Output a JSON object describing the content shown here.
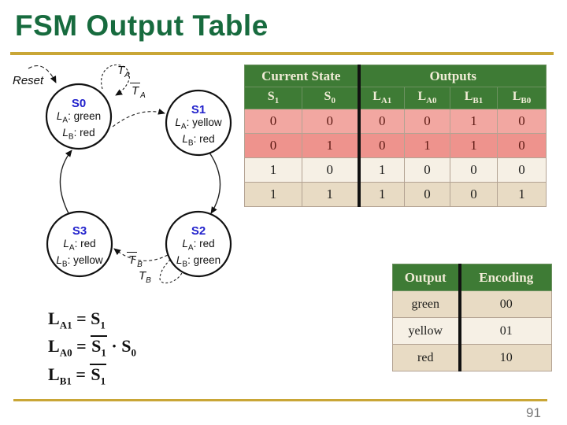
{
  "slide": {
    "title": "FSM Output Table",
    "page_number": "91"
  },
  "colors": {
    "title_green": "#176b3e",
    "gold_rule": "#c9a636",
    "table_header_green": "#3e7b35",
    "header_text_cream": "#f1ecd7",
    "row_pink_light": "#f2a7a1",
    "row_pink_dark": "#ee938d",
    "row_cream_light": "#f6f0e5",
    "row_cream_dark": "#e8dbc4",
    "pink_row_text": "#5e1a14",
    "state_name_blue": "#2222cc",
    "page_number_gray": "#7a7a7a"
  },
  "diagram": {
    "reset_label": "Reset",
    "states": [
      {
        "name": "S0",
        "l_base": "L",
        "la_sub": "A",
        "la_text": ": green",
        "lb_sub": "B",
        "lb_text": ": red"
      },
      {
        "name": "S1",
        "l_base": "L",
        "la_sub": "A",
        "la_text": ": yellow",
        "lb_sub": "B",
        "lb_text": ": red"
      },
      {
        "name": "S2",
        "l_base": "L",
        "la_sub": "A",
        "la_text": ": red",
        "lb_sub": "B",
        "lb_text": ": green"
      },
      {
        "name": "S3",
        "l_base": "L",
        "la_sub": "A",
        "la_text": ": red",
        "lb_sub": "B",
        "lb_text": ": yellow"
      }
    ],
    "labels": {
      "ta": {
        "base": "T",
        "sub": "A",
        "bar": false
      },
      "ta_bar": {
        "base": "T",
        "sub": "A",
        "bar": true
      },
      "tb_bar": {
        "base": "T",
        "sub": "B",
        "bar": true
      },
      "tb": {
        "base": "T",
        "sub": "B",
        "bar": false
      }
    }
  },
  "output_table": {
    "group_headers": [
      {
        "label": "Current State",
        "colspan": 2
      },
      {
        "label": "Outputs",
        "colspan": 4
      }
    ],
    "columns": [
      {
        "base": "S",
        "sub": "1"
      },
      {
        "base": "S",
        "sub": "0"
      },
      {
        "base": "L",
        "sub": "A1"
      },
      {
        "base": "L",
        "sub": "A0"
      },
      {
        "base": "L",
        "sub": "B1"
      },
      {
        "base": "L",
        "sub": "B0"
      }
    ],
    "rows": [
      [
        "0",
        "0",
        "0",
        "0",
        "1",
        "0"
      ],
      [
        "0",
        "1",
        "0",
        "1",
        "1",
        "0"
      ],
      [
        "1",
        "0",
        "1",
        "0",
        "0",
        "0"
      ],
      [
        "1",
        "1",
        "1",
        "0",
        "0",
        "1"
      ]
    ]
  },
  "encoding_table": {
    "headers": [
      "Output",
      "Encoding"
    ],
    "rows": [
      [
        "green",
        "00"
      ],
      [
        "yellow",
        "01"
      ],
      [
        "red",
        "10"
      ]
    ]
  },
  "equations": [
    {
      "lhs_base": "L",
      "lhs_sub": "A1",
      "eq": " = ",
      "t1_base": "S",
      "t1_sub": "1",
      "t1_bar": false
    },
    {
      "lhs_base": "L",
      "lhs_sub": "A0",
      "eq": " = ",
      "t1_base": "S",
      "t1_sub": "1",
      "t1_bar": true,
      "op": " · ",
      "t2_base": "S",
      "t2_sub": "0"
    },
    {
      "lhs_base": "L",
      "lhs_sub": "B1",
      "eq": " = ",
      "t1_base": "S",
      "t1_sub": "1",
      "t1_bar": true
    }
  ]
}
